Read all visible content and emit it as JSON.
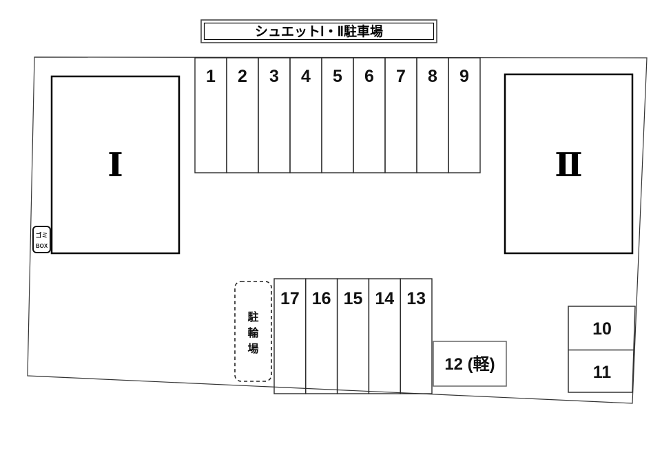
{
  "title": "シュエットⅠ・Ⅱ駐車場",
  "buildings": [
    {
      "label": "Ⅰ"
    },
    {
      "label": "Ⅱ"
    }
  ],
  "spots": {
    "top_row": [
      "1",
      "2",
      "3",
      "4",
      "5",
      "6",
      "7",
      "8",
      "9"
    ],
    "bottom_row": [
      "17",
      "16",
      "15",
      "14",
      "13"
    ],
    "right_column": [
      "10",
      "11"
    ],
    "kei_spot": "12 (軽)"
  },
  "labels": {
    "bicycle_parking": "駐輪場",
    "trash_box_line1": "ゴミ",
    "trash_box_line2": "BOX"
  },
  "colors": {
    "line": "#333333",
    "background": "#ffffff"
  }
}
